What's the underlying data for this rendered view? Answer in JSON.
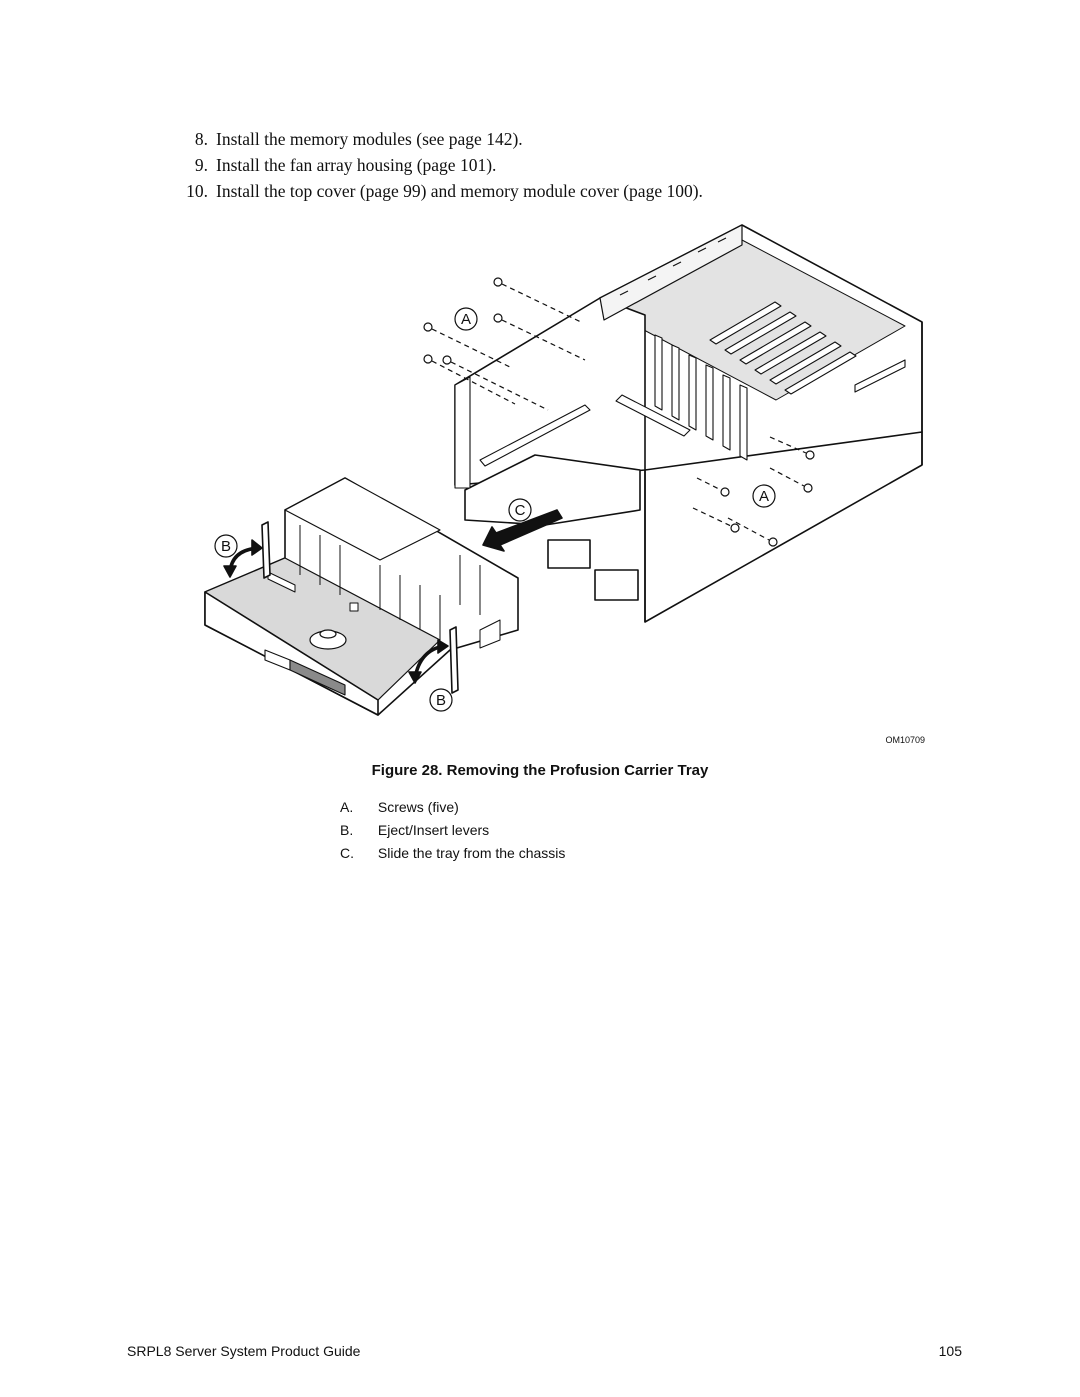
{
  "steps": [
    {
      "num": "8.",
      "text": "Install the memory modules (see page 142)."
    },
    {
      "num": "9.",
      "text": "Install the fan array housing (page 101)."
    },
    {
      "num": "10.",
      "text": "Install the top cover (page 99) and memory module cover (page 100)."
    }
  ],
  "figure": {
    "callouts": {
      "a": "A",
      "b": "B",
      "c": "C"
    },
    "art_id": "OM10709",
    "caption": "Figure 28.  Removing the Profusion Carrier Tray",
    "legend": [
      {
        "key": "A.",
        "text": "Screws (five)"
      },
      {
        "key": "B.",
        "text": "Eject/Insert levers"
      },
      {
        "key": "C.",
        "text": "Slide the tray from the chassis"
      }
    ]
  },
  "footer": {
    "title": "SRPL8 Server System Product Guide",
    "page_number": "105"
  }
}
